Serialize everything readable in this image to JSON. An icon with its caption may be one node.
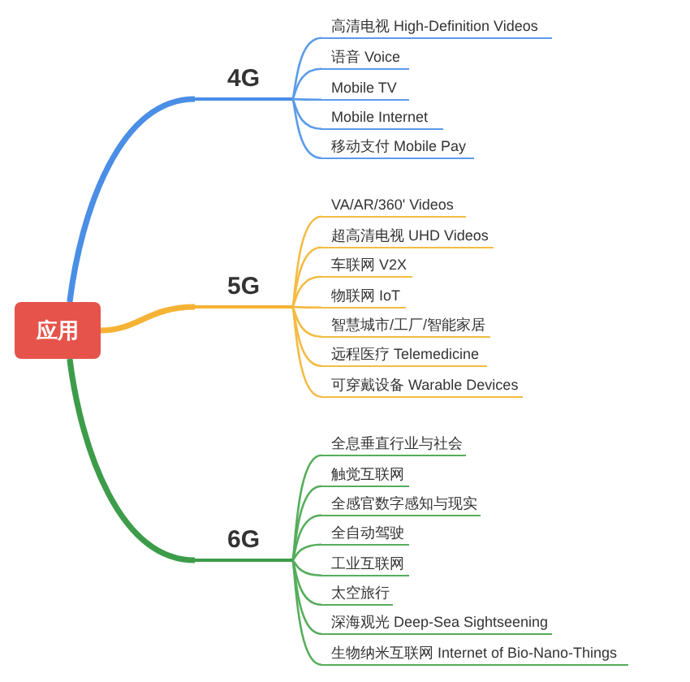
{
  "diagram": {
    "nodes": [
      {
        "text": [
          "应用"
        ]
      },
      {
        "text": [
          "4G"
        ]
      },
      {
        "text": [
          "高清电视 High-Definition Videos"
        ]
      },
      {
        "text": [
          "语音 Voice"
        ]
      },
      {
        "text": [
          "Mobile TV"
        ]
      },
      {
        "text": [
          "Mobile Internet"
        ]
      },
      {
        "text": [
          "移动支付 Mobile Pay"
        ]
      },
      {
        "text": [
          "5G"
        ]
      },
      {
        "text": [
          "VA/AR/360' Videos"
        ]
      },
      {
        "text": [
          "超高清电视 UHD Videos"
        ]
      },
      {
        "text": [
          "车联网 V2X"
        ]
      },
      {
        "text": [
          "物联网 IoT"
        ]
      },
      {
        "text": [
          "智慧城市/工厂/智能家居"
        ]
      },
      {
        "text": [
          "远程医疗 Telemedicine"
        ]
      },
      {
        "text": [
          "可穿戴设备 Warable Devices"
        ]
      },
      {
        "text": [
          "6G"
        ]
      },
      {
        "text": [
          "全息垂直行业与社会"
        ]
      },
      {
        "text": [
          "触觉互联网"
        ]
      },
      {
        "text": [
          "全感官数字感知与现实"
        ]
      },
      {
        "text": [
          "全自动驾驶"
        ]
      },
      {
        "text": [
          "工业互联网"
        ]
      },
      {
        "text": [
          "太空旅行"
        ]
      },
      {
        "text": [
          "深海观光 Deep-Sea Sightseening"
        ]
      },
      {
        "text": [
          "生物纳米互联网 Internet of Bio-Nano-Things"
        ]
      }
    ],
    "edges": [
      {
        "from": 0,
        "to": 1,
        "arrow": "none",
        "style": "thick",
        "color": "#4a8ee6"
      },
      {
        "from": 1,
        "to": 2,
        "arrow": "none",
        "color": "#5b9bea"
      },
      {
        "from": 1,
        "to": 3,
        "arrow": "none",
        "color": "#5b9bea"
      },
      {
        "from": 1,
        "to": 4,
        "arrow": "none",
        "color": "#5b9bea"
      },
      {
        "from": 1,
        "to": 5,
        "arrow": "none",
        "color": "#5b9bea"
      },
      {
        "from": 1,
        "to": 6,
        "arrow": "none",
        "color": "#5b9bea"
      },
      {
        "from": 0,
        "to": 7,
        "arrow": "none",
        "style": "thick",
        "color": "#f5b335"
      },
      {
        "from": 7,
        "to": 8,
        "arrow": "none",
        "color": "#f4bb44"
      },
      {
        "from": 7,
        "to": 9,
        "arrow": "none",
        "color": "#f4bb44"
      },
      {
        "from": 7,
        "to": 10,
        "arrow": "none",
        "color": "#f4bb44"
      },
      {
        "from": 7,
        "to": 11,
        "arrow": "none",
        "color": "#f4bb44"
      },
      {
        "from": 7,
        "to": 12,
        "arrow": "none",
        "color": "#f4bb44"
      },
      {
        "from": 7,
        "to": 13,
        "arrow": "none",
        "color": "#f4bb44"
      },
      {
        "from": 7,
        "to": 14,
        "arrow": "none",
        "color": "#f4bb44"
      },
      {
        "from": 0,
        "to": 15,
        "arrow": "none",
        "style": "thick",
        "color": "#3d9c4a"
      },
      {
        "from": 15,
        "to": 16,
        "arrow": "none",
        "color": "#55ad5b"
      },
      {
        "from": 15,
        "to": 17,
        "arrow": "none",
        "color": "#55ad5b"
      },
      {
        "from": 15,
        "to": 18,
        "arrow": "none",
        "color": "#55ad5b"
      },
      {
        "from": 15,
        "to": 19,
        "arrow": "none",
        "color": "#55ad5b"
      },
      {
        "from": 15,
        "to": 20,
        "arrow": "none",
        "color": "#55ad5b"
      },
      {
        "from": 15,
        "to": 21,
        "arrow": "none",
        "color": "#55ad5b"
      },
      {
        "from": 15,
        "to": 22,
        "arrow": "none",
        "color": "#55ad5b"
      },
      {
        "from": 15,
        "to": 23,
        "arrow": "none",
        "color": "#55ad5b"
      }
    ]
  }
}
